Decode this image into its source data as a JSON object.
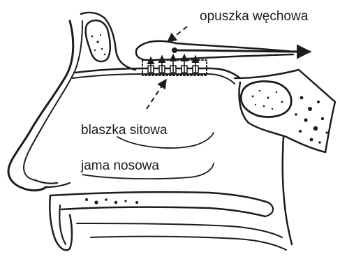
{
  "labels": {
    "olfactory_bulb": "opuszka węchowa",
    "cribriform_plate": "blaszka sitowa",
    "nasal_cavity": "jama nosowa"
  },
  "colors": {
    "ink": "#1c1c1c",
    "background": "#ffffff"
  }
}
